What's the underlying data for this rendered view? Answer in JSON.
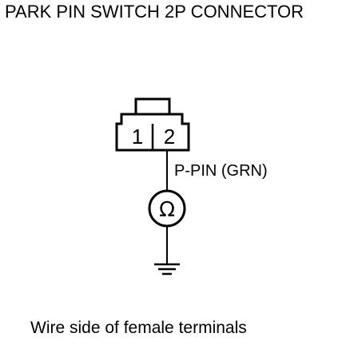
{
  "title": "PARK PIN SWITCH 2P CONNECTOR",
  "connector": {
    "pins": [
      "1",
      "2"
    ]
  },
  "wire_label": "P-PIN (GRN)",
  "meter_symbol": "Ω",
  "caption": "Wire side of female terminals"
}
